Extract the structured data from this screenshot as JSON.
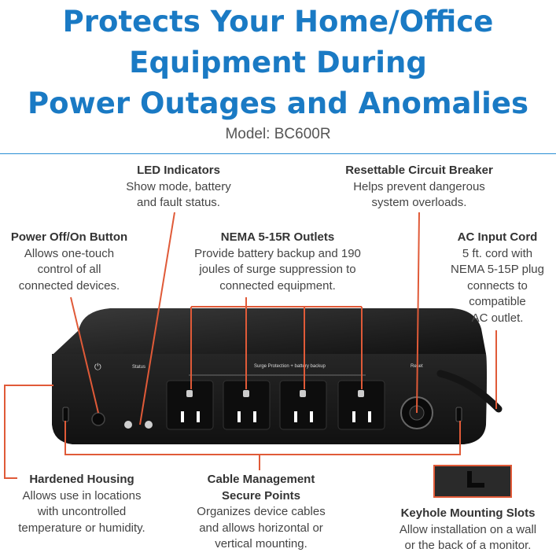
{
  "headline": {
    "line1": "Protects Your Home/Office",
    "line2": "Equipment During",
    "line3": "Power Outages and Anomalies"
  },
  "model": "Model: BC600R",
  "device": {
    "status_label": "Status",
    "outlet_bar_label": "Surge Protection + battery backup",
    "reset_label": "Reset",
    "colors": {
      "body": "#1b1b1b",
      "callout": "#e05a38",
      "headline": "#1a7ac4"
    }
  },
  "callouts": {
    "led": {
      "title": "LED Indicators",
      "lines": [
        "Show mode, battery",
        "and fault status."
      ]
    },
    "breaker": {
      "title": "Resettable Circuit Breaker",
      "lines": [
        "Helps prevent dangerous",
        "system overloads."
      ]
    },
    "power": {
      "title": "Power Off/On Button",
      "lines": [
        "Allows one-touch",
        "control of all",
        "connected devices."
      ]
    },
    "outlets": {
      "title": "NEMA 5-15R Outlets",
      "lines": [
        "Provide battery backup and 190",
        "joules of surge suppression to",
        "connected equipment."
      ]
    },
    "cord": {
      "title": "AC Input Cord",
      "lines": [
        "5 ft. cord with",
        "NEMA 5-15P plug",
        "connects to",
        "compatible",
        "AC outlet."
      ]
    },
    "housing": {
      "title": "Hardened Housing",
      "lines": [
        "Allows use in locations",
        "with uncontrolled",
        "temperature or humidity."
      ]
    },
    "cable": {
      "title": "Cable Management",
      "title2": "Secure Points",
      "lines": [
        "Organizes device cables",
        "and allows horizontal or",
        "vertical mounting."
      ]
    },
    "keyhole": {
      "title": "Keyhole Mounting Slots",
      "lines": [
        "Allow installation on a wall",
        "or the back of a monitor."
      ]
    }
  }
}
